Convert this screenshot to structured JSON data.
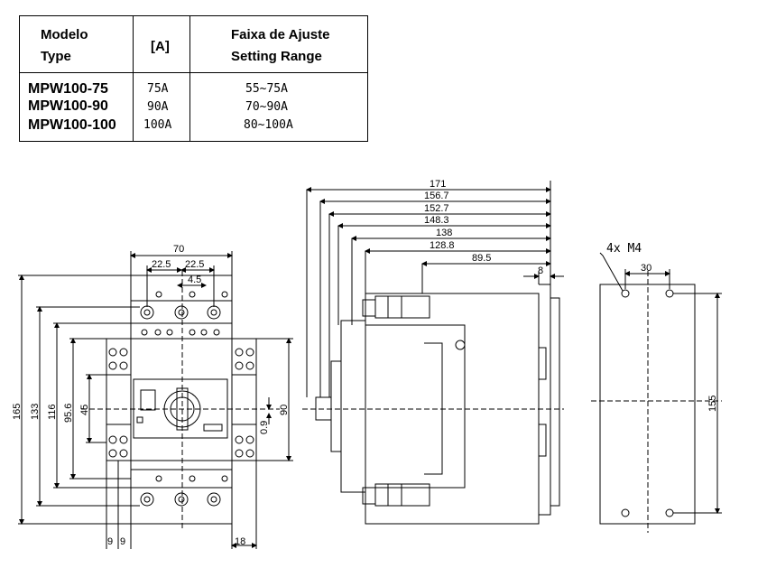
{
  "table": {
    "headers": {
      "model_pt": "Modelo",
      "model_en": "Type",
      "current": "[A]",
      "range_pt": "Faixa de Ajuste",
      "range_en": "Setting Range"
    },
    "rows": [
      {
        "model": "MPW100-75",
        "current": "75A",
        "range": "55~75A"
      },
      {
        "model": "MPW100-90",
        "current": "90A",
        "range": "70~90A"
      },
      {
        "model": "MPW100-100",
        "current": "100A",
        "range": "80~100A"
      }
    ]
  },
  "front_view": {
    "width_total": "70",
    "pitch_left": "22.5",
    "pitch_right": "22.5",
    "offset": "4.5",
    "h_165": "165",
    "h_133": "133",
    "h_116": "116",
    "h_95_6": "95.6",
    "h_45": "45",
    "right_90": "90",
    "right_0_9": "0.9",
    "bottom_9a": "9",
    "bottom_9b": "9",
    "bottom_18": "18"
  },
  "side_view": {
    "d_171": "171",
    "d_156_7": "156.7",
    "d_152_7": "152.7",
    "d_148_3": "148.3",
    "d_138": "138",
    "d_128_8": "128.8",
    "d_89_5": "89.5",
    "d_8": "8"
  },
  "mount_view": {
    "holes": "4x M4",
    "width": "30",
    "height": "155"
  }
}
